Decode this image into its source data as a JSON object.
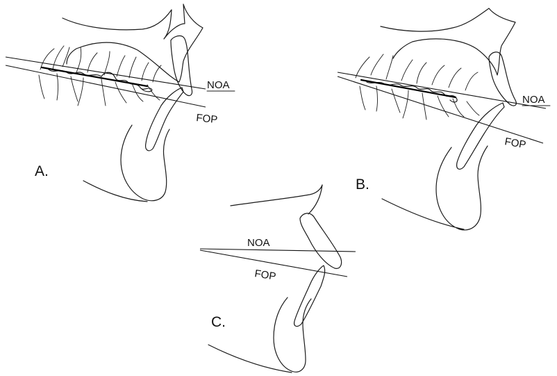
{
  "panels": [
    {
      "id": "A",
      "label": "A.",
      "plane_labels": {
        "noa": "NOA",
        "fop": "FOP"
      }
    },
    {
      "id": "B",
      "label": "B.",
      "plane_labels": {
        "noa": "NOA",
        "fop": "FOP"
      }
    },
    {
      "id": "C",
      "label": "C.",
      "plane_labels": {
        "noa": "NOA",
        "fop": "FOP"
      }
    }
  ]
}
